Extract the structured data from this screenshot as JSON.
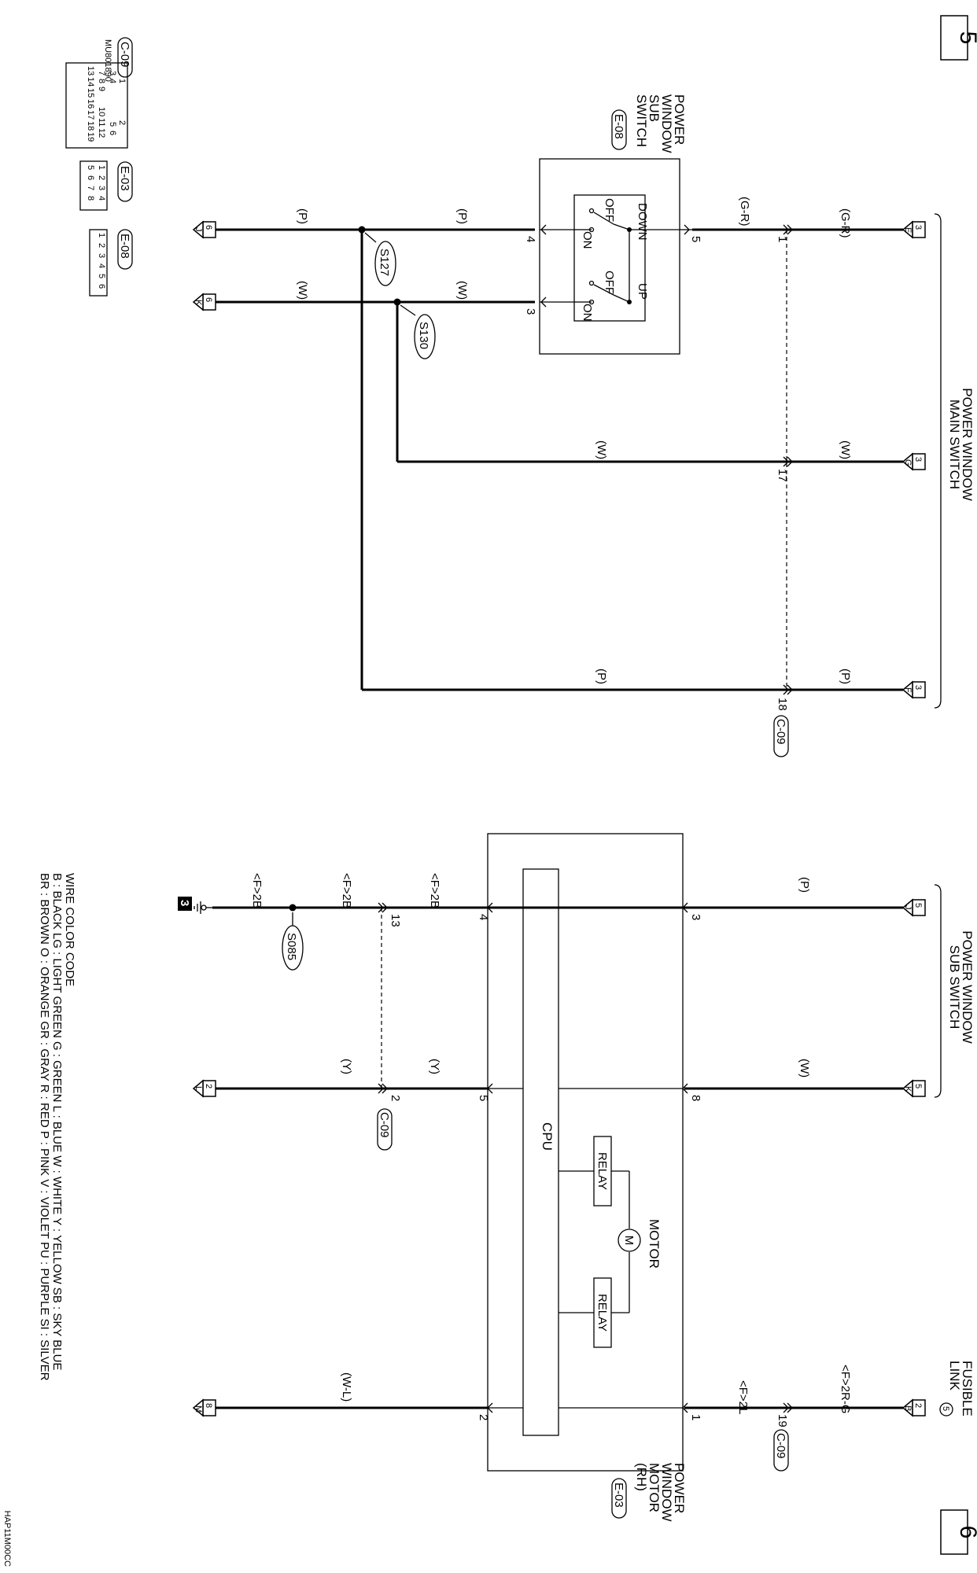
{
  "page_numbers": {
    "top": "5",
    "bottom": "6"
  },
  "diagram_code": "HAP11M00CC",
  "components": {
    "main_switch": {
      "title": [
        "POWER WINDOW",
        "MAIN SWITCH"
      ],
      "connector": "C-09"
    },
    "sub_switch_rh": {
      "title": [
        "POWER WINDOW",
        "SUB SWITCH"
      ]
    },
    "sub_switch_box": {
      "title": [
        "POWER",
        "WINDOW",
        "SUB",
        "SWITCH"
      ],
      "connector": "E-08"
    },
    "motor": {
      "title": [
        "POWER",
        "WINDOW",
        "MOTOR",
        "(RH)"
      ],
      "connector": "E-03",
      "cpu": "CPU",
      "relay1": "RELAY",
      "relay2": "RELAY",
      "motor_label": "MOTOR",
      "motor_symbol": "M"
    },
    "fusible_link": {
      "title": [
        "FUSIBLE",
        "LINK"
      ],
      "number": "5"
    }
  },
  "switch": {
    "down": "DOWN",
    "up": "UP",
    "off1": "OFF",
    "on1": "ON",
    "off2": "OFF",
    "on2": "ON"
  },
  "ground_ref": "3",
  "terminals": {
    "t3E": {
      "num": "3",
      "let": "E"
    },
    "t3G": {
      "num": "3",
      "let": "G"
    },
    "t3F": {
      "num": "3",
      "let": "F"
    },
    "t6J": {
      "num": "6",
      "let": "J"
    },
    "t6K": {
      "num": "6",
      "let": "K"
    },
    "t5J": {
      "num": "5",
      "let": "J"
    },
    "t5K": {
      "num": "5",
      "let": "K"
    },
    "t2B": {
      "num": "2",
      "let": "B"
    },
    "t2L": {
      "num": "2",
      "let": "L"
    },
    "t8M": {
      "num": "8",
      "let": "M"
    }
  },
  "pins": {
    "p1": "1",
    "p17": "17",
    "p18": "18",
    "p5a": "5",
    "p4a": "4",
    "p3a": "3",
    "p3b": "3",
    "p8b": "8",
    "p1b": "1",
    "p19": "19",
    "p4b": "4",
    "p5b": "5",
    "p2b": "2",
    "p13": "13",
    "p2c": "2"
  },
  "connector_refs": {
    "c09a": "C-09",
    "c09b": "C-09",
    "c09c": "C-09"
  },
  "wire_colors": {
    "gr1": "(G-R)",
    "gr2": "(G-R)",
    "w1": "(W)",
    "w2": "(W)",
    "w3": "(W)",
    "w4": "(W)",
    "p1": "(P)",
    "p2": "(P)",
    "p3": "(P)",
    "p4": "(P)",
    "p5": "(P)",
    "w5": "(W)",
    "f2rg": "<F>2R-G",
    "f2l": "<F>2L",
    "f2b1": "<F>2B",
    "f2b2": "<F>2B",
    "f2b3": "<F>2B",
    "y1": "(Y)",
    "y2": "(Y)",
    "wl": "(W-L)"
  },
  "splices": {
    "s127": "S127",
    "s130": "S130",
    "s085": "S085"
  },
  "connector_faces": {
    "c09": {
      "name": "C-09",
      "part": "MU801890",
      "top_pins": [
        "1",
        "2"
      ],
      "row2": [
        "3",
        "4",
        "5",
        "6"
      ],
      "row3": [
        "7",
        "8",
        "9",
        "10",
        "11",
        "12"
      ],
      "row4": [
        "13",
        "14",
        "15",
        "16",
        "17",
        "18",
        "19"
      ]
    },
    "e03": {
      "name": "E-03",
      "row1": [
        "1",
        "2",
        "3",
        "4"
      ],
      "row2": [
        "5",
        "6",
        "7",
        "8"
      ]
    },
    "e08": {
      "name": "E-08",
      "pins": [
        "1",
        "2",
        "3",
        "4",
        "5",
        "6"
      ]
    }
  },
  "legend": {
    "title": "WIRE COLOR CODE",
    "lines": [
      "B : BLACK    LG : LIGHT GREEN    G : GREEN    L : BLUE    W : WHITE    Y : YELLOW    SB : SKY BLUE",
      "BR : BROWN    O : ORANGE    GR : GRAY    R : RED    P : PINK    V : VIOLET    PU : PURPLE    SI : SILVER"
    ]
  }
}
